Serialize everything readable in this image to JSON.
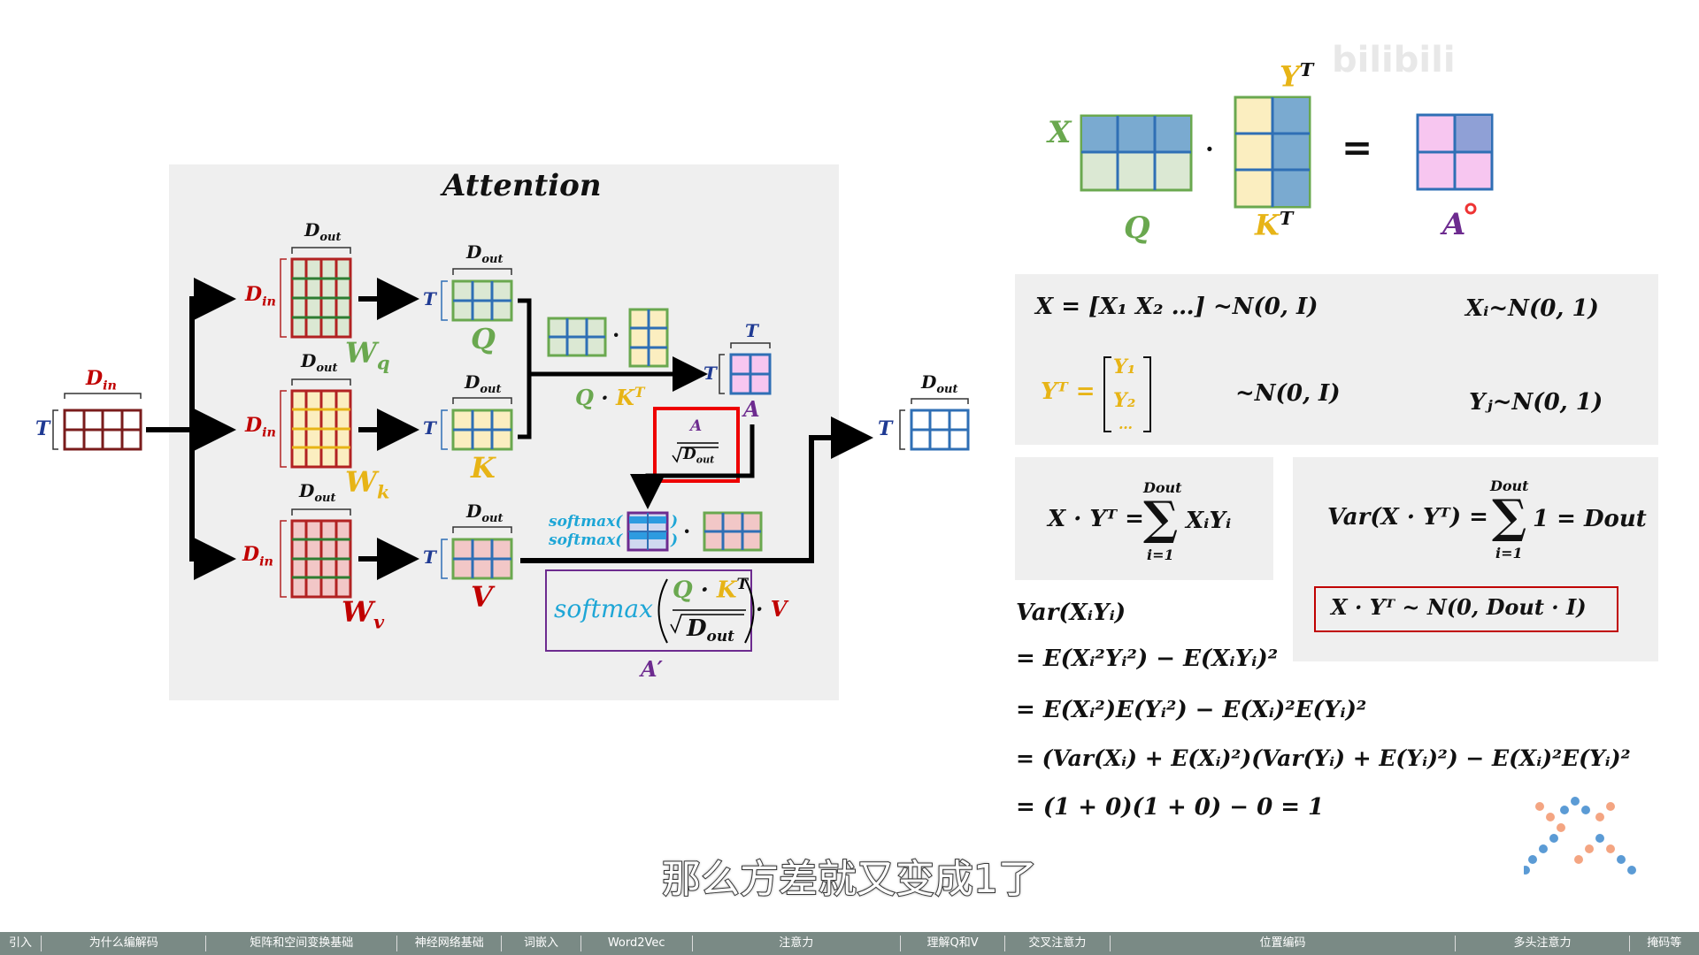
{
  "diagram": {
    "title": "Attention",
    "labels": {
      "D_in": "D",
      "in": "in",
      "D_out": "D",
      "out": "out",
      "T": "T",
      "W": "W",
      "q": "q",
      "k": "k",
      "v": "v",
      "Q": "Q",
      "K": "K",
      "V": "V",
      "A": "A",
      "A_prime": "A′",
      "softmax": "softmax",
      "QK": "Q · K",
      "sup_T": "T"
    }
  },
  "matmul": {
    "X": "X",
    "Q": "Q",
    "K": "K",
    "Y": "Y",
    "A": "A",
    "T": "T",
    "dot": "·",
    "equals": "="
  },
  "equations": {
    "x_vec": "X = [X₁   X₂   …] ~N(0, I)",
    "xi_dist": "Xᵢ~N(0, 1)",
    "yt_lhs": "Yᵀ =",
    "y1": "Y₁",
    "y2": "Y₂",
    "ydots": "…",
    "y_dist": "~N(0, I)",
    "yj_dist": "Yⱼ~N(0, 1)",
    "xy_sum_lhs": "X · Yᵀ =",
    "sum_top": "Dout",
    "sum_bottom": "i=1",
    "sum_term": "XᵢYᵢ",
    "var_lhs": "Var(X · Yᵀ) =",
    "var_term": "1 = Dout",
    "boxed": "X · Yᵀ      ~ N(0, Dout · I)",
    "var_xy": "Var(XᵢYᵢ)",
    "step1": "= E(Xᵢ²Yᵢ²) − E(XᵢYᵢ)²",
    "step2": "= E(Xᵢ²)E(Yᵢ²) − E(Xᵢ)²E(Yᵢ)²",
    "step3": "= (Var(Xᵢ) + E(Xᵢ)²)(Var(Yᵢ) + E(Yᵢ)²) − E(Xᵢ)²E(Yᵢ)²",
    "step4": "= (1 + 0)(1 + 0) − 0 = 1"
  },
  "subtitle": "那么方差就又变成1了",
  "watermark": "bilibili",
  "navbar": [
    "引入",
    "为什么编解码",
    "矩阵和空间变换基础",
    "神经网络基础",
    "词嵌入",
    "Word2Vec",
    "注意力",
    "理解Q和V",
    "交叉注意力",
    "位置编码",
    "多头注意力",
    "掩码等"
  ],
  "colors": {
    "green": "#6aa84f",
    "yellow": "#e7b416",
    "red": "#c00000",
    "blue": "#1f3a93",
    "purple": "#6d2b8f",
    "cyan": "#1ea6d6"
  }
}
